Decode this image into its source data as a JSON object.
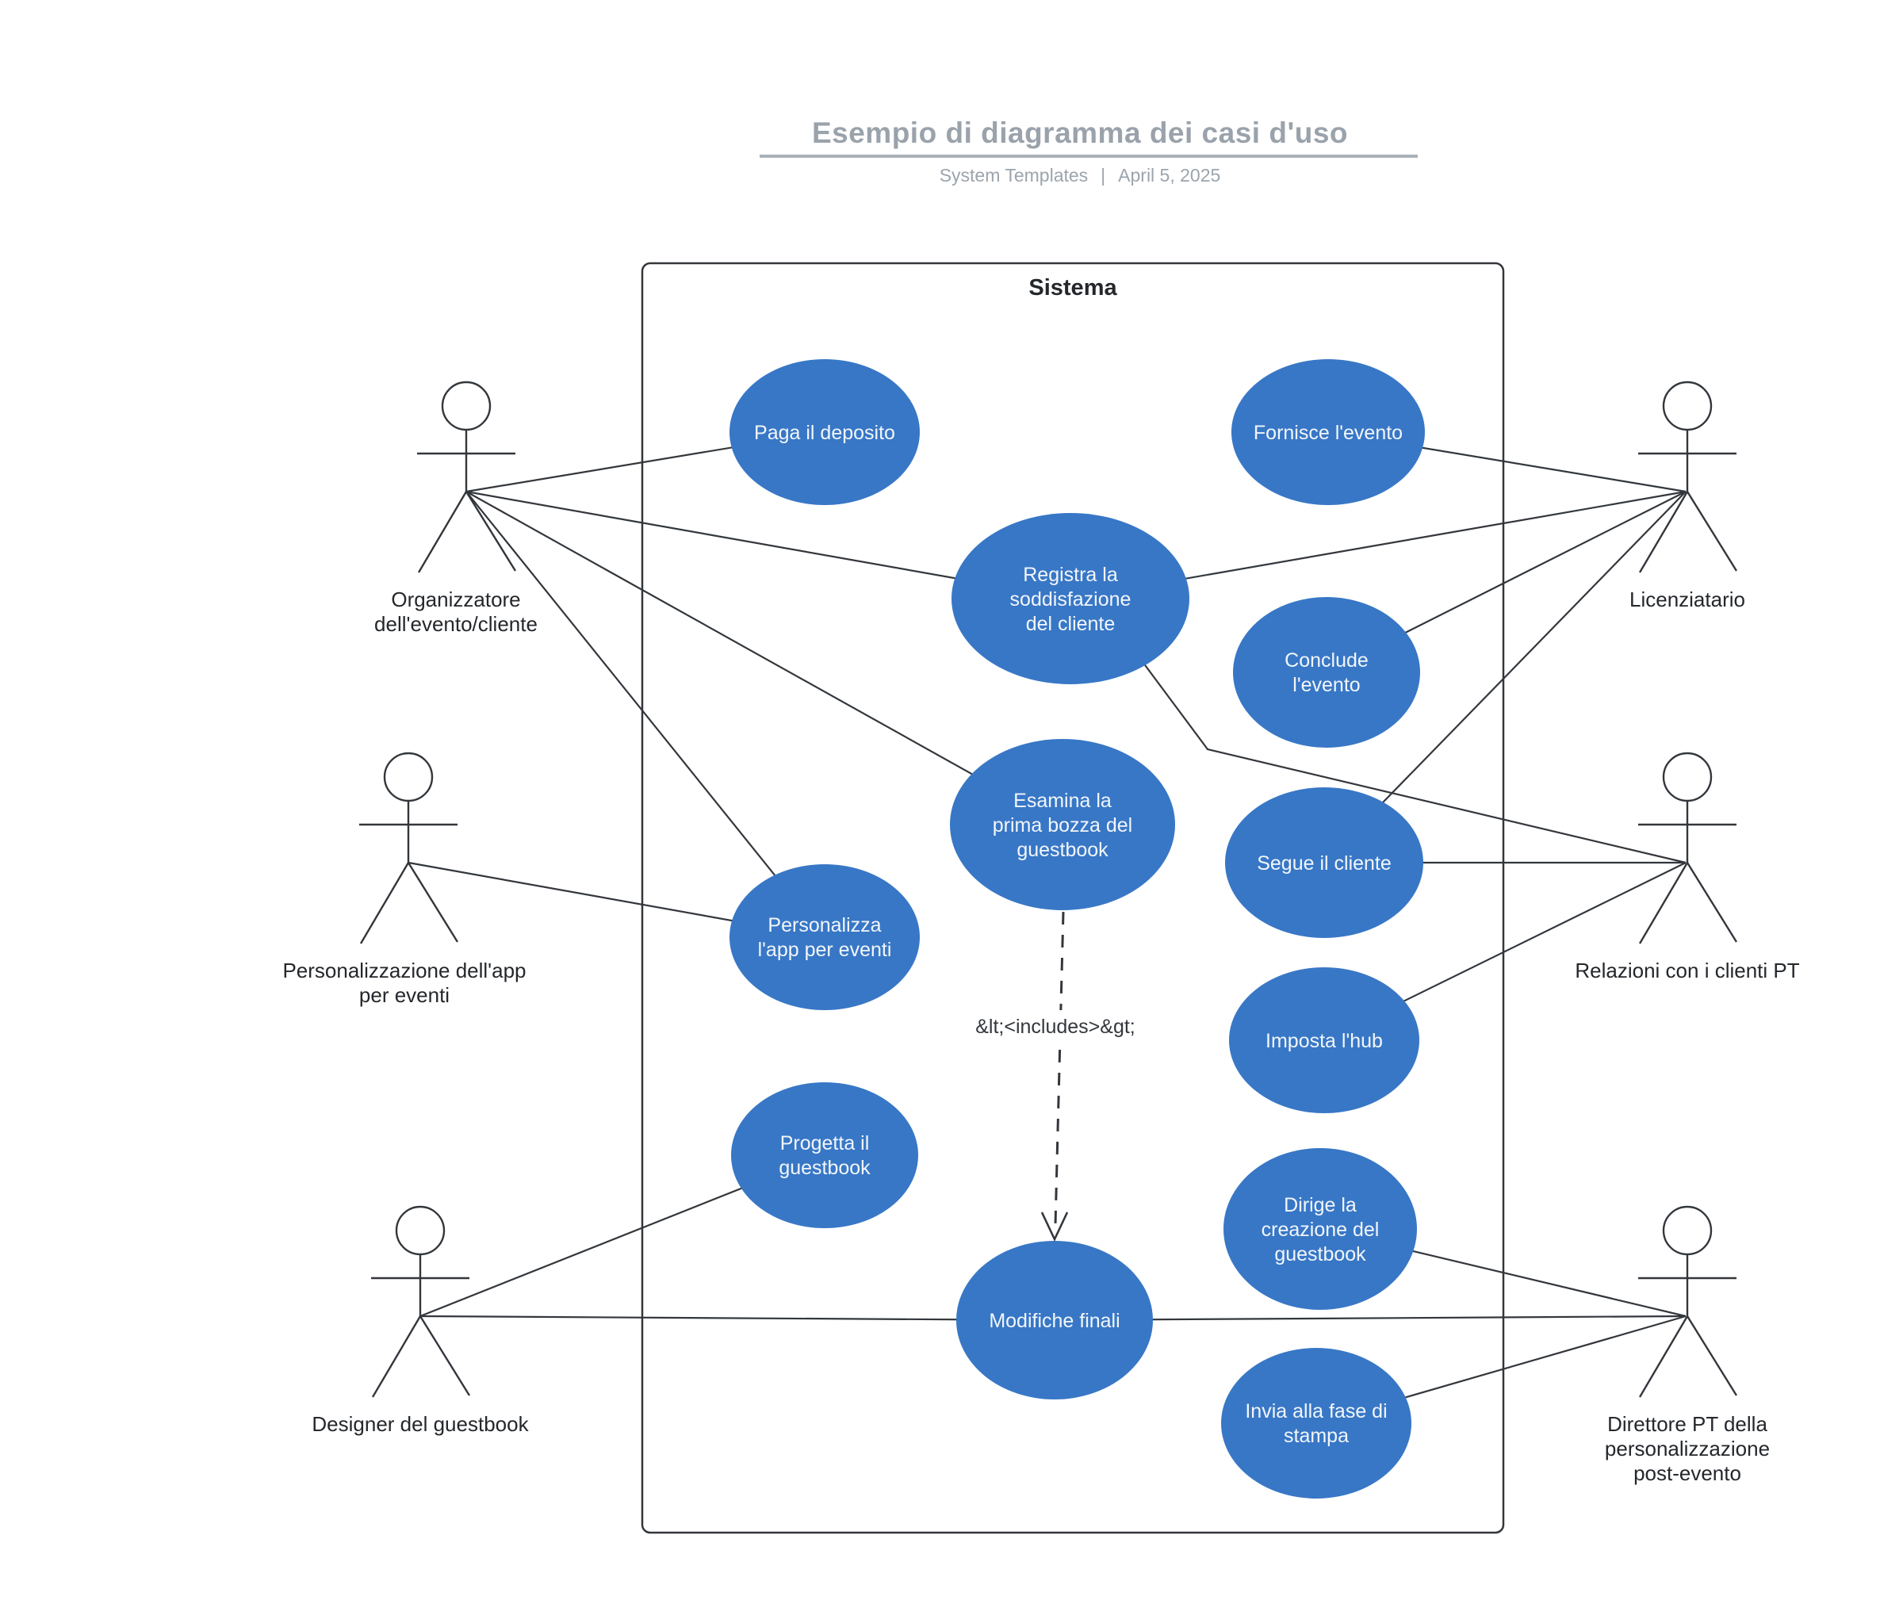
{
  "header": {
    "title": "Esempio di diagramma dei casi d'uso",
    "subtitle_left": "System Templates",
    "subtitle_separator": "|",
    "subtitle_right": "April 5, 2025"
  },
  "system": {
    "label": "Sistema"
  },
  "actors": [
    {
      "id": "organizzatore-evento-cliente",
      "label_lines": [
        "Organizzatore",
        "dell'evento/cliente"
      ]
    },
    {
      "id": "personalizzazione-app-eventi",
      "label_lines": [
        "Personalizzazione dell'app",
        "per eventi"
      ]
    },
    {
      "id": "designer-guestbook",
      "label_lines": [
        "Designer del guestbook"
      ]
    },
    {
      "id": "licenziatario",
      "label_lines": [
        "Licenziatario"
      ]
    },
    {
      "id": "relazioni-clienti-pt",
      "label_lines": [
        "Relazioni con i clienti PT"
      ]
    },
    {
      "id": "direttore-pt",
      "label_lines": [
        "Direttore PT della",
        "personalizzazione",
        "post-evento"
      ]
    }
  ],
  "use_cases": [
    {
      "id": "paga-deposito",
      "lines": [
        "Paga il deposito"
      ]
    },
    {
      "id": "fornisce-evento",
      "lines": [
        "Fornisce l'evento"
      ]
    },
    {
      "id": "registra-soddisfazione",
      "lines": [
        "Registra la",
        "soddisfazione",
        "del cliente"
      ]
    },
    {
      "id": "conclude-evento",
      "lines": [
        "Conclude",
        "l'evento"
      ]
    },
    {
      "id": "esamina-bozza",
      "lines": [
        "Esamina la",
        "prima bozza del",
        "guestbook"
      ]
    },
    {
      "id": "segue-cliente",
      "lines": [
        "Segue il cliente"
      ]
    },
    {
      "id": "personalizza-app",
      "lines": [
        "Personalizza",
        "l'app per eventi"
      ]
    },
    {
      "id": "imposta-hub",
      "lines": [
        "Imposta l'hub"
      ]
    },
    {
      "id": "progetta-guestbook",
      "lines": [
        "Progetta il",
        "guestbook"
      ]
    },
    {
      "id": "dirige-creazione",
      "lines": [
        "Dirige la",
        "creazione del",
        "guestbook"
      ]
    },
    {
      "id": "modifiche-finali",
      "lines": [
        "Modifiche finali"
      ]
    },
    {
      "id": "invia-stampa",
      "lines": [
        "Invia alla fase di",
        "stampa"
      ]
    }
  ],
  "relationships": {
    "includes_label": "&lt;<includes>&gt;"
  },
  "colors": {
    "usecase_fill": "#3877c6",
    "usecase_text": "#f2f6fa",
    "line": "#33373c",
    "title_gray": "#9aa2ab",
    "subtitle_gray": "#9ca4ac",
    "text_dark": "#24272b",
    "background": "#ffffff"
  }
}
